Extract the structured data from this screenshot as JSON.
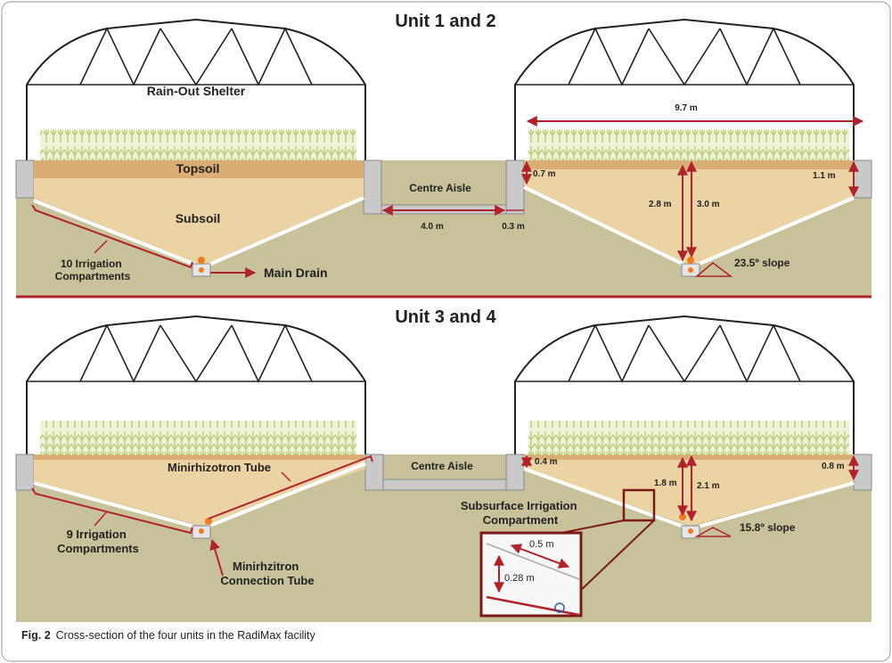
{
  "panels": {
    "top": {
      "title": "Unit 1 and 2",
      "labels": {
        "rain_out_shelter": "Rain-Out Shelter",
        "topsoil": "Topsoil",
        "subsoil": "Subsoil",
        "centre_aisle": "Centre Aisle",
        "irrigation_compartments": "10 Irrigation\nCompartments",
        "main_drain": "Main Drain"
      },
      "dimensions": {
        "width_bed": "9.7 m",
        "topsoil_left": "0.7 m",
        "topsoil_right": "1.1 m",
        "depth_a": "2.8 m",
        "depth_b": "3.0 m",
        "aisle_width": "4.0 m",
        "wall_width": "0.3 m",
        "slope": "23.5º slope"
      }
    },
    "bottom": {
      "title": "Unit 3 and 4",
      "labels": {
        "minirhizotron_tube": "Minirhizotron Tube",
        "centre_aisle": "Centre Aisle",
        "irrigation_compartments": "9 Irrigation\nCompartments",
        "connection_tube": "Minirhzitron\nConnection Tube",
        "subsurface": "Subsurface Irrigation\nCompartment"
      },
      "dimensions": {
        "topsoil_left": "0.4 m",
        "topsoil_right": "0.8 m",
        "depth_a": "1.8 m",
        "depth_b": "2.1 m",
        "slope": "15.8º slope",
        "inset_length": "0.5 m",
        "inset_depth": "0.28 m"
      }
    }
  },
  "caption": {
    "label": "Fig. 2",
    "text": "Cross-section of the four units in the RadiMax facility"
  },
  "colors": {
    "soil": "#ecd3a3",
    "ground": "#c8c29a",
    "topsoil": "#d9ad74",
    "crop": "#c8dc92",
    "accent": "#b1232b",
    "drain": "#ee7d22",
    "wall": "#c9c9c9"
  }
}
